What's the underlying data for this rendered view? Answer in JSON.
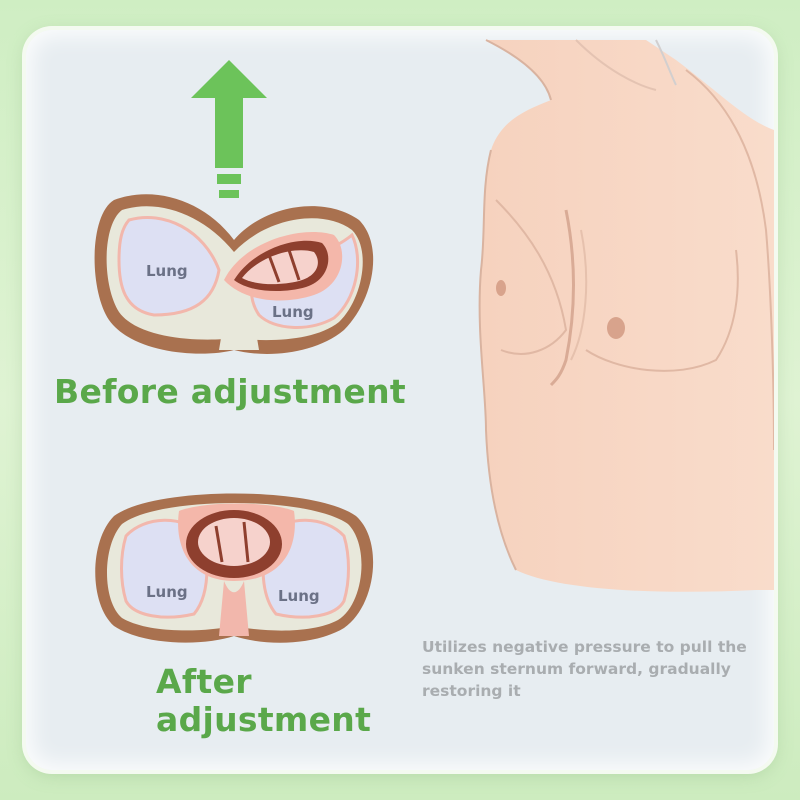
{
  "before": {
    "heading": "Before adjustment",
    "lung_left": "Lung",
    "lung_right": "Lung"
  },
  "after": {
    "heading_line1": "After",
    "heading_line2": "adjustment",
    "lung_left": "Lung",
    "lung_right": "Lung"
  },
  "caption": "Utilizes negative pressure to pull the sunken sternum forward, gradually restoring it",
  "colors": {
    "accent_green": "#5aa84a",
    "arrow_green": "#6cc35a",
    "panel": "#e7edf1",
    "skin": "#f7d5c2"
  },
  "icons": [
    "up-arrow-icon"
  ]
}
